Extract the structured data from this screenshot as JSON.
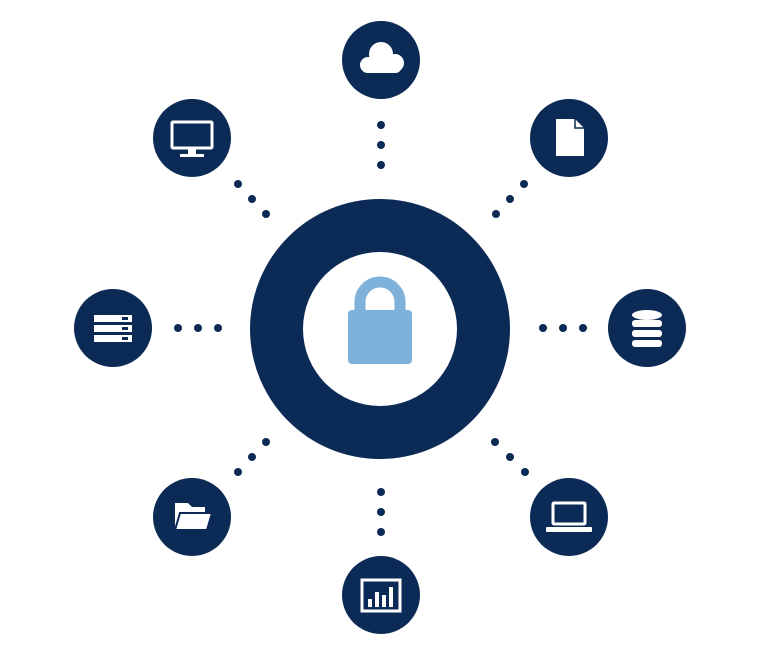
{
  "colors": {
    "background": "#ffffff",
    "primary": "#0b2a55",
    "accent": "#7eb2da",
    "icon_fill": "#ffffff"
  },
  "hub": {
    "icon": "padlock-icon"
  },
  "nodes": [
    {
      "id": "cloud",
      "icon": "cloud-icon"
    },
    {
      "id": "document",
      "icon": "document-icon"
    },
    {
      "id": "database",
      "icon": "database-icon"
    },
    {
      "id": "laptop",
      "icon": "laptop-icon"
    },
    {
      "id": "chart",
      "icon": "bar-chart-icon"
    },
    {
      "id": "folder",
      "icon": "folder-icon"
    },
    {
      "id": "server",
      "icon": "server-icon"
    },
    {
      "id": "monitor",
      "icon": "monitor-icon"
    }
  ]
}
